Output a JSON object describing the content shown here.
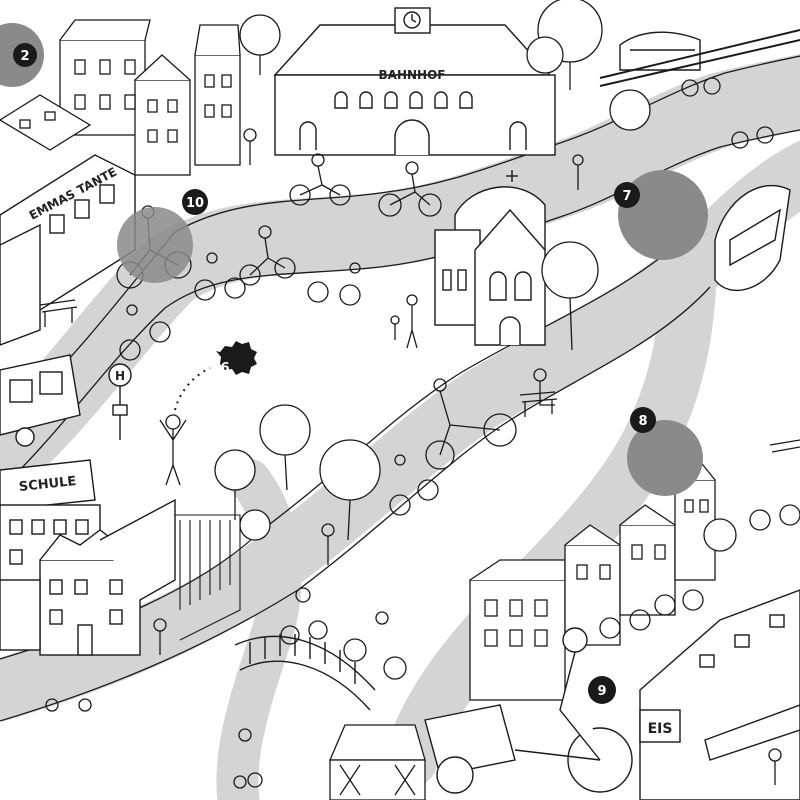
{
  "colors": {
    "path": "#d4d4d4",
    "ink": "#1a1a1a",
    "marker_dark": "#1a1a1a",
    "marker_gray": "#8a8a8a"
  },
  "signs": {
    "station": "BAHNHOF",
    "shop": "EMMAS TANTE",
    "school": "SCHULE",
    "ice_cream": "EIS",
    "bus_stop": "H"
  },
  "markers": [
    {
      "label": "2"
    },
    {
      "label": "10"
    },
    {
      "label": "7"
    },
    {
      "label": "6"
    },
    {
      "label": "8"
    },
    {
      "label": "9"
    }
  ]
}
